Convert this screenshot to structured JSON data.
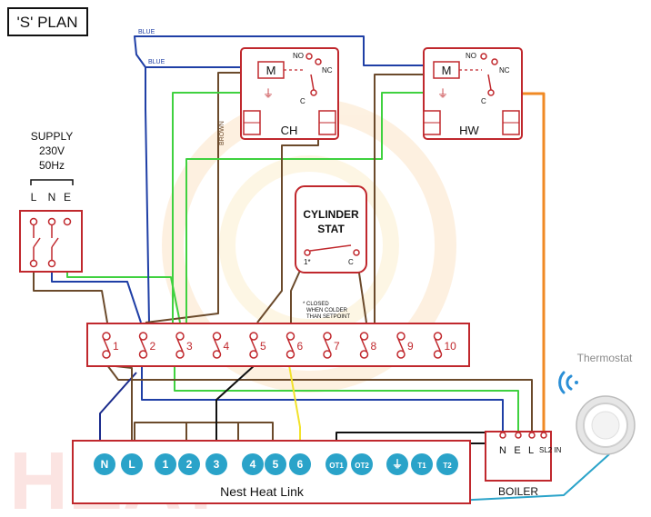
{
  "title": "'S' PLAN",
  "supply": {
    "line1": "SUPPLY",
    "line2": "230V",
    "line3": "50Hz",
    "terminals": [
      "L",
      "N",
      "E"
    ]
  },
  "wire_labels": {
    "blue1": "BLUE",
    "blue2": "BLUE",
    "brown": "BROWN"
  },
  "valve_ch": {
    "label": "CH",
    "motor": "M",
    "no": "NO",
    "nc": "NC",
    "c": "C"
  },
  "valve_hw": {
    "label": "HW",
    "motor": "M",
    "no": "NO",
    "nc": "NC",
    "c": "C"
  },
  "cylinder_stat": {
    "line1": "CYLINDER",
    "line2": "STAT",
    "t1": "1*",
    "tc": "C",
    "note1": "* CLOSED",
    "note2": "WHEN COLDER",
    "note3": "THAN SETPOINT"
  },
  "junction_box": {
    "numbers": [
      "1",
      "2",
      "3",
      "4",
      "5",
      "6",
      "7",
      "8",
      "9",
      "10"
    ]
  },
  "heat_link": {
    "label": "Nest Heat Link",
    "terminals": [
      "N",
      "L",
      "1",
      "2",
      "3",
      "4",
      "5",
      "6",
      "OT1",
      "OT2",
      "⏚",
      "T1",
      "T2"
    ]
  },
  "boiler": {
    "label": "BOILER",
    "terminals": [
      "N",
      "E",
      "L"
    ],
    "sl": "SL2 IN"
  },
  "thermostat": {
    "label": "Thermostat"
  },
  "watermark": {
    "text": "HEAT"
  },
  "colors": {
    "red": "#c0282d",
    "blue": "#1f3fa6",
    "darkblue": "#1a2b8c",
    "green": "#3fd13f",
    "brown": "#6b4a2b",
    "black": "#111111",
    "orange": "#f08a24",
    "yellow": "#f2e22a",
    "teal": "#2aa3c9",
    "wifi": "#2b8fd6"
  }
}
